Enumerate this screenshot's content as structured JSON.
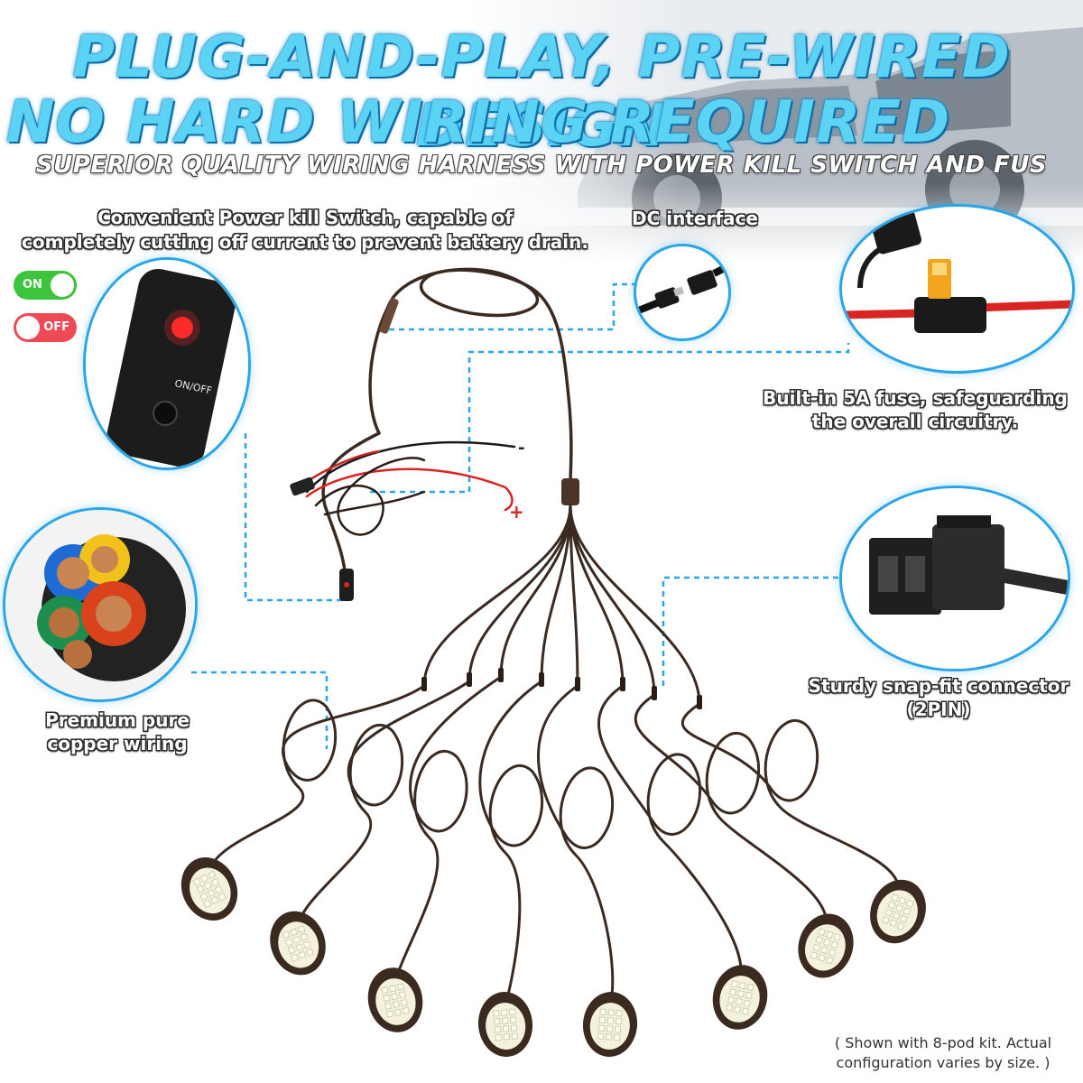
{
  "headline": {
    "line1": "PLUG-AND-PLAY, PRE-WIRED DESIGN",
    "line2": "NO HARD WIRING REQUIRED",
    "subline": "SUPERIOR QUALITY WIRING HARNESS WITH POWER KILL SWITCH AND FUS"
  },
  "callouts": {
    "switch_line1": "Convenient Power kill Switch, capable of",
    "switch_line2": "completely cutting off current to prevent battery drain.",
    "dc": "DC interface",
    "fuse_line1": "Built-in 5A fuse, safeguarding",
    "fuse_line2": "the overall circuitry.",
    "connector_line1": "Sturdy snap-fit connector",
    "connector_line2": "(2PIN)",
    "copper_line1": "Premium pure",
    "copper_line2": "copper wiring"
  },
  "toggles": {
    "on_label": "ON",
    "off_label": "OFF"
  },
  "switch_device": {
    "label": "ON/OFF"
  },
  "terminals": {
    "negative": "-",
    "positive": "+"
  },
  "footnote": {
    "line1": "( Shown with 8-pod kit. Actual",
    "line2": "configuration varies by size. )"
  },
  "colors": {
    "headline": "#5ad3f5",
    "accent_border": "#2aa6e8",
    "dashed_leader": "#2aa6e8",
    "wire": "#3a2a22",
    "on_toggle": "#3cc43c",
    "off_toggle": "#ee4a56",
    "pod_light": "#f4f1dc"
  },
  "pods": {
    "count": 8
  }
}
